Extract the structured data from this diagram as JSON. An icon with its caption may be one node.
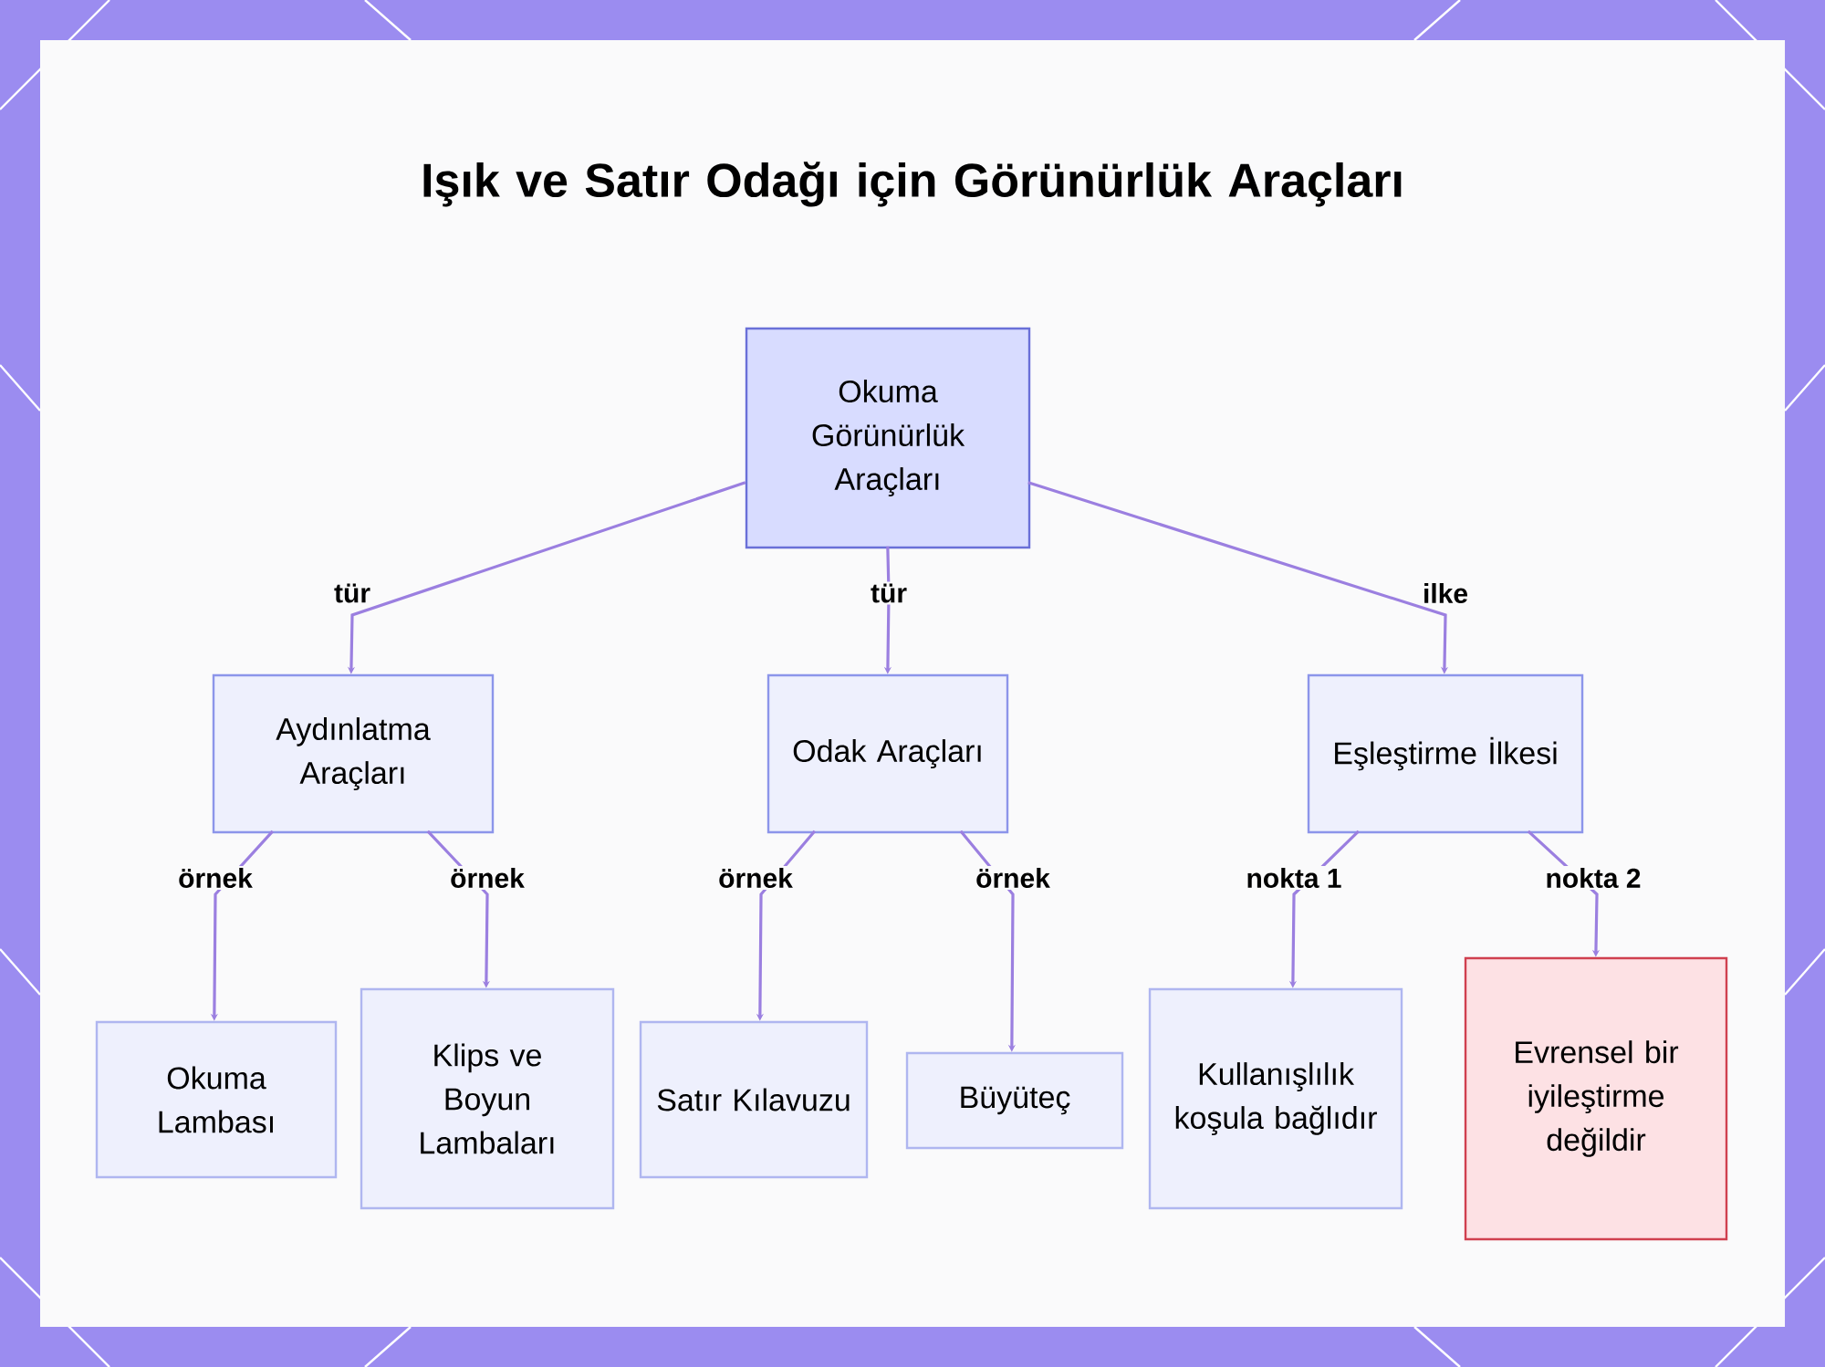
{
  "diagram": {
    "title": "Işık ve Satır Odağı için Görünürlük Araçları",
    "nodes": [
      {
        "text": [
          "Okuma Görünürlük Araçları"
        ]
      },
      {
        "text": [
          "Aydınlatma Araçları"
        ]
      },
      {
        "text": [
          "Odak Araçları"
        ]
      },
      {
        "text": [
          "Eşleştirme İlkesi"
        ]
      },
      {
        "text": [
          "Okuma Lambası"
        ]
      },
      {
        "text": [
          "Klips ve Boyun Lambaları"
        ]
      },
      {
        "text": [
          "Satır Kılavuzu"
        ]
      },
      {
        "text": [
          "Büyüteç"
        ]
      },
      {
        "text": [
          "Kullanışlılık koşula bağlıdır"
        ]
      },
      {
        "text": [
          "Evrensel bir iyileştirme değildir"
        ]
      }
    ],
    "edges": [
      {
        "from": 0,
        "to": 1,
        "arrow": "to",
        "label": "tür"
      },
      {
        "from": 0,
        "to": 2,
        "arrow": "to",
        "label": "tür"
      },
      {
        "from": 0,
        "to": 3,
        "arrow": "to",
        "label": "ilke"
      },
      {
        "from": 1,
        "to": 4,
        "arrow": "to",
        "label": "örnek"
      },
      {
        "from": 1,
        "to": 5,
        "arrow": "to",
        "label": "örnek"
      },
      {
        "from": 2,
        "to": 6,
        "arrow": "to",
        "label": "örnek"
      },
      {
        "from": 2,
        "to": 7,
        "arrow": "to",
        "label": "örnek"
      },
      {
        "from": 3,
        "to": 8,
        "arrow": "to",
        "label": "nokta 1"
      },
      {
        "from": 3,
        "to": 9,
        "arrow": "to",
        "label": "nokta 2"
      }
    ]
  }
}
